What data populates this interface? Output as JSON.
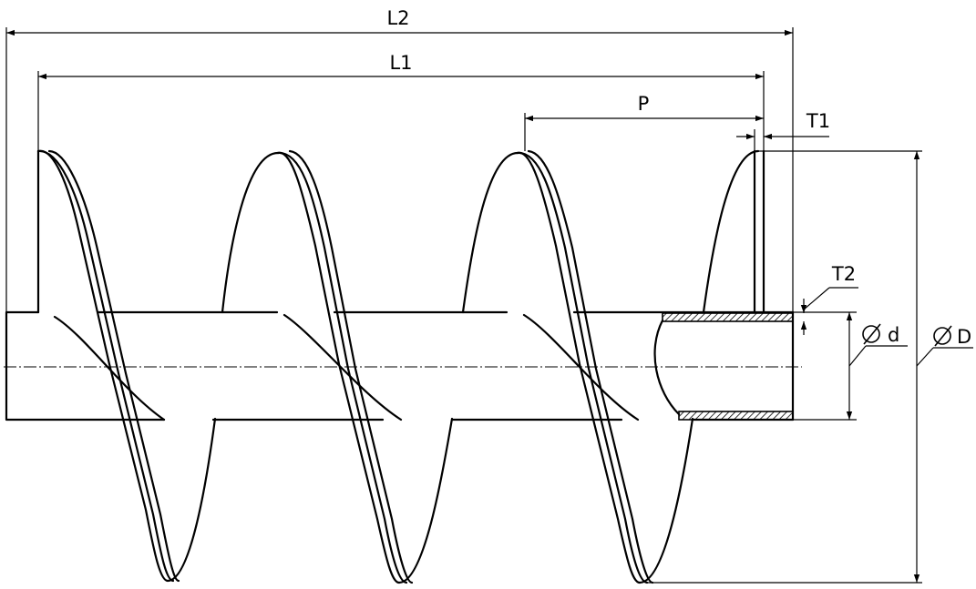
{
  "labels": {
    "l2": "L2",
    "l1": "L1",
    "p": "P",
    "t1": "T1",
    "t2": "T2",
    "d_small": "d",
    "d_large": "D"
  },
  "symbols": {
    "diameter": "diameter-symbol"
  },
  "colors": {
    "line": "#000000",
    "background": "#ffffff",
    "hatch": "#000000"
  }
}
